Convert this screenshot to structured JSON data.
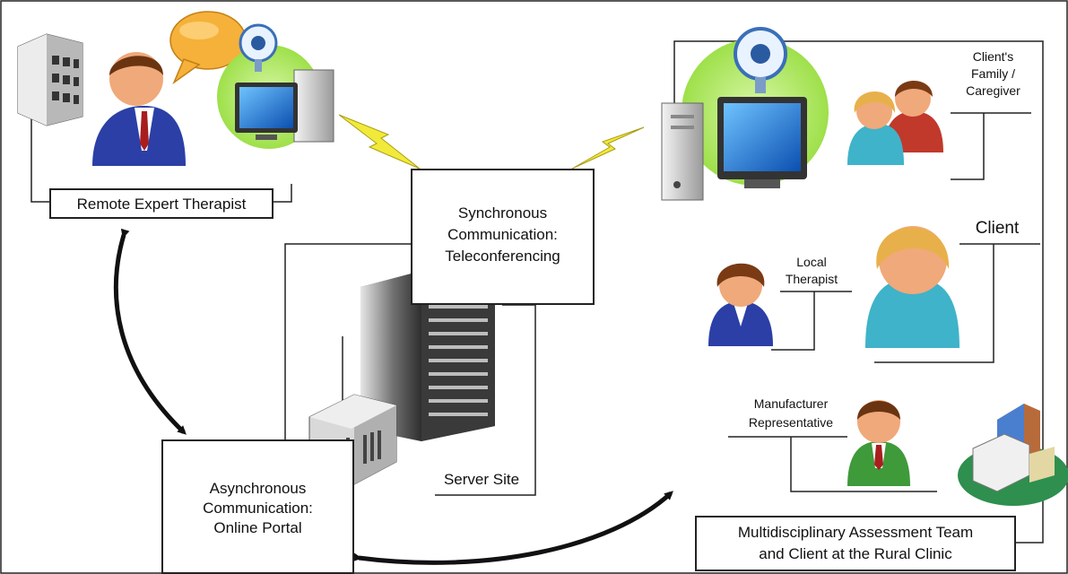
{
  "labels": {
    "remote_expert": "Remote Expert Therapist",
    "synchronous": [
      "Synchronous",
      "Communication:",
      "Teleconferencing"
    ],
    "asynchronous": [
      "Asynchronous",
      "Communication:",
      "Online Portal"
    ],
    "server_site": "Server Site",
    "family": [
      "Client's",
      "Family /",
      "Caregiver"
    ],
    "client": "Client",
    "local_therapist": [
      "Local",
      "Therapist"
    ],
    "manufacturer": [
      "Manufacturer",
      "Representative"
    ],
    "team": [
      "Multidisciplinary Assessment Team",
      "and Client at the Rural Clinic"
    ]
  },
  "colors": {
    "line": "#222222",
    "lightning": "#f2ea3a",
    "webcam_glow": "#9ee04a",
    "monitor_screen": "#1f7fd6",
    "suit_blue": "#2b3fa6",
    "suit_green": "#3f9a3a",
    "shirt_teal": "#3fb3c9",
    "shirt_red": "#c0392b",
    "hair_blonde": "#e8b04a",
    "hair_brown": "#7a3a14",
    "skin": "#f0a97a",
    "speech_bubble": "#f5b13a",
    "building_gray": "#c9c9c9",
    "clinic_green": "#2e8f4e"
  },
  "icons": [
    "office-building-icon",
    "speech-bubble-icon",
    "expert-person-icon",
    "webcam-computer-icon",
    "server-tower-icon",
    "small-server-icon",
    "family-caregiver-icon",
    "client-person-icon",
    "local-therapist-icon",
    "manufacturer-rep-icon",
    "rural-clinic-icon",
    "lightning-bolt-icon",
    "bidirectional-arrow"
  ]
}
